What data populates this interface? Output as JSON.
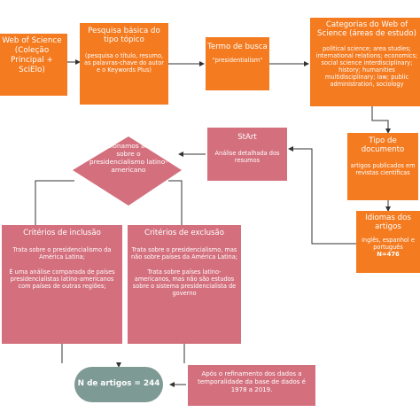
{
  "boxes": {
    "wos": "Web of Science (Coleção Principal + SciElo)",
    "pesquisa": {
      "title": "Pesquisa básica do tipo tópico",
      "body": "(pesquisa o título, resumo, as palavras-chave do autor e o Keywords Plus)"
    },
    "termo": {
      "title": "Termo de busca",
      "body": "\"presidentialism\""
    },
    "categorias": {
      "title": "Categorias do Web of Science (áreas de estudo)",
      "body": "political science; area studies; international relations; economics; social science interdisciplinary; history; humanities multidisciplinary; law; public administration, sociology"
    },
    "tipo": {
      "title": "Tipo de documento",
      "body": "artigos publicados em revistas científicas"
    },
    "idiomas": {
      "title": "Idiomas dos artigos",
      "body": "inglês, espanhol e português",
      "n": "N=476"
    },
    "start": {
      "title": "StArt",
      "body": "Análise detalhada dos resumos"
    },
    "selecionamos": "Selecionamos artigos sobre o presidencialismo latino-americano",
    "inclusao": {
      "title": "Critérios de inclusão",
      "body1": "Trata sobre o presidencialismo da América Latina;",
      "body2": "É uma análise comparada de países presidencialistas latino-americanos com países de outras regiões;"
    },
    "exclusao": {
      "title": "Critérios de exclusão",
      "body1": "Trata sobre o presidencialismo, mas não sobre países da América Latina;",
      "body2": "Trata sobre países latino-americanos, mas não são estudos sobre o sistema presidencialista de governo"
    },
    "n_artigos": "N de artigos = 244",
    "refinamento": "Após o refinamento dos dados a temporalidade da base de dados é 1978 a 2019."
  },
  "colors": {
    "orange": "#f47b20",
    "pink": "#d4707e",
    "gray": "#7e9a95",
    "line": "#333333"
  }
}
